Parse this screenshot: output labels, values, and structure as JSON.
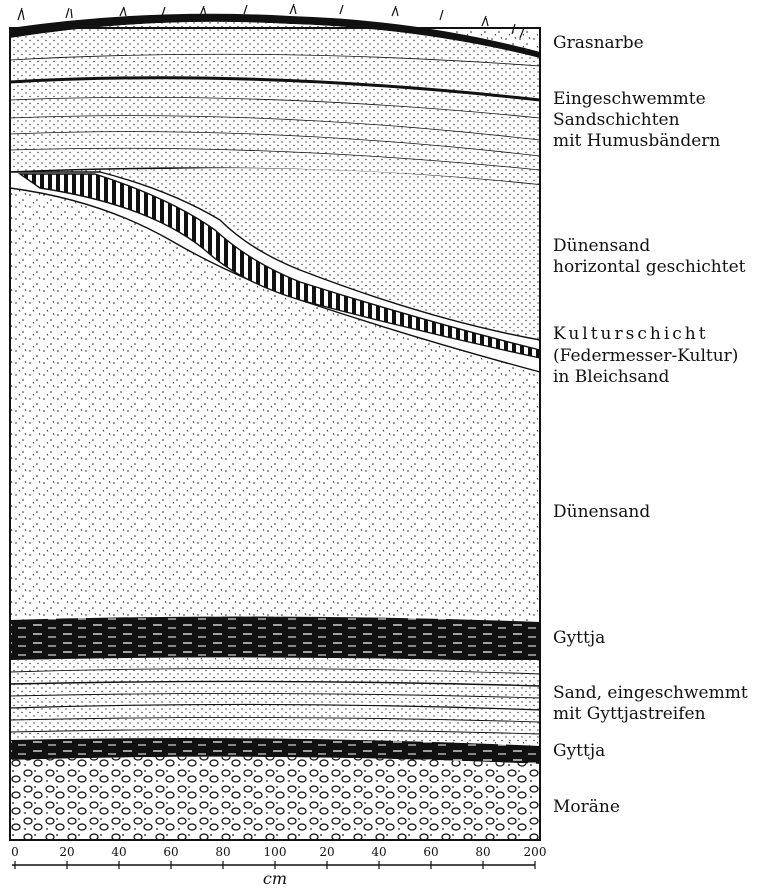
{
  "labels": [
    {
      "id": "grasnarbe",
      "text": "Grasnarbe"
    },
    {
      "id": "sandschichten",
      "text": "Eingeschwemmte\nSandschichten\nmit Humusbändern"
    },
    {
      "id": "duenensand-horizontal",
      "text": "Dünensand\nhorizontal geschichtet"
    },
    {
      "id": "kulturschicht-title",
      "text": "Kulturschicht"
    },
    {
      "id": "kulturschicht-detail",
      "text": "(Federmesser-Kultur)\nin Bleichsand"
    },
    {
      "id": "duenensand",
      "text": "Dünensand"
    },
    {
      "id": "gyttja-upper",
      "text": "Gyttja"
    },
    {
      "id": "sand-eingeschwemmt",
      "text": "Sand, eingeschwemmt\nmit Gyttjastreifen"
    },
    {
      "id": "gyttja-lower",
      "text": "Gyttja"
    },
    {
      "id": "moraene",
      "text": "Moräne"
    }
  ],
  "scale": {
    "ticks": [
      "0",
      "20",
      "40",
      "60",
      "80",
      "100",
      "20",
      "40",
      "60",
      "80",
      "200"
    ],
    "unit": "cm"
  }
}
